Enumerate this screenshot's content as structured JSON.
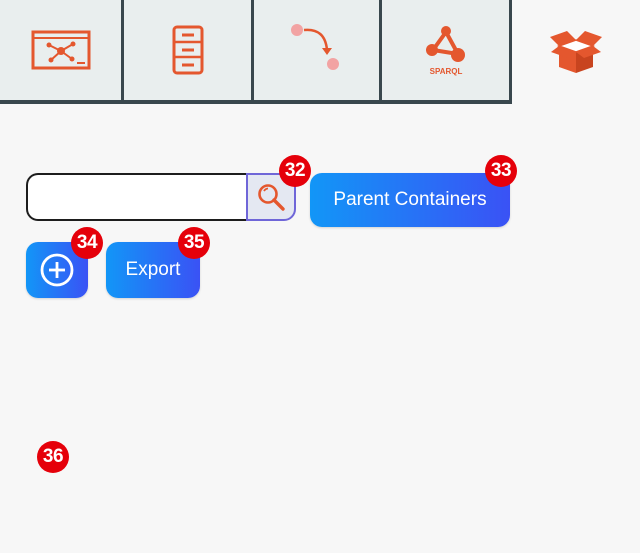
{
  "tabs": [
    {
      "icon": "graph-screen-icon"
    },
    {
      "icon": "file-cabinet-icon"
    },
    {
      "icon": "path-arrow-icon"
    },
    {
      "icon": "sparql-icon",
      "label": "SPARQL"
    },
    {
      "icon": "open-box-icon",
      "active": true
    }
  ],
  "search": {
    "value": "",
    "placeholder": "",
    "button_icon": "search-icon"
  },
  "buttons": {
    "parent_containers": "Parent Containers",
    "add_icon": "plus-circle-icon",
    "export": "Export"
  },
  "markers": [
    "32",
    "33",
    "34",
    "35",
    "36"
  ],
  "colors": {
    "accent_orange": "#e4572e",
    "button_gradient_start": "#1296f7",
    "button_gradient_end": "#3a52f5",
    "marker_red": "#e5000a"
  }
}
